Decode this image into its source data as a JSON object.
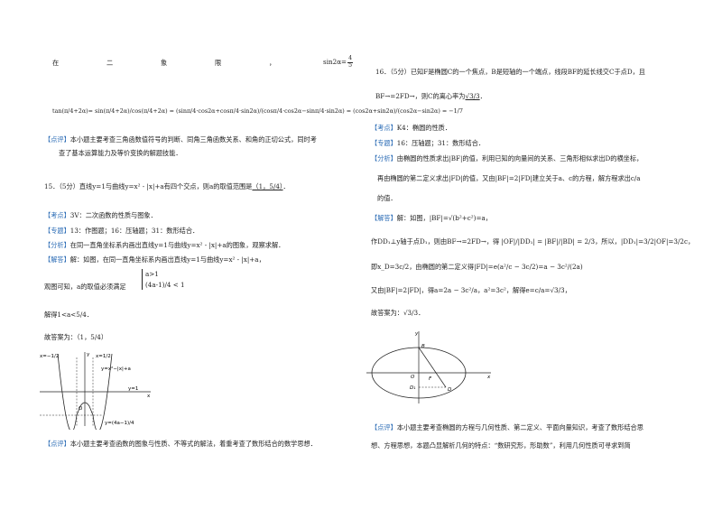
{
  "left": {
    "q14_tail": {
      "words": [
        "在",
        "二",
        "象",
        "限",
        "，"
      ],
      "given": "sin2α=",
      "given_num": "4",
      "given_den": "5",
      "tan_line": "tan(π/4+2α)= sin(π/4+2α)/cos(π/4+2α) = (sinπ/4·cos2α+cosπ/4·sin2α)/(cosπ/4·cos2α−sinπ/4·sin2α) = (cos2α+sin2α)/(cos2α−sin2α) = −1/7",
      "comment_tag": "【点评】",
      "comment_1": "本小题主要考查三角函数值符号的判断、同角三角函数关系、和角的正切公式，同时考",
      "comment_2": "查了基本运算能力及等价变换的解题技能．"
    },
    "q15": {
      "stem": "15．（5分）直线y=1与曲线y=x² - |x|+a有四个交点，则a的取值范围是",
      "answer_blank": "（1，5/4）",
      "kaodian_tag": "【考点】",
      "kaodian": "3V：二次函数的性质与图象．",
      "zhuanti_tag": "【专题】",
      "zhuanti": "13：作图题；16：压轴题；31：数形结合．",
      "fenxi_tag": "【分析】",
      "fenxi": "在同一直角坐标系内画出直线y=1与曲线y=x² - |x|+a的图象，观察求解．",
      "jieda_tag": "【解答】",
      "jieda": "解：如图，在同一直角坐标系内画出直线y=1与曲线y=x² - |x|+a，",
      "observe": "观图可知，a的取值必须满足",
      "sys_1": "a>1",
      "sys_2": "(4a-1)/4 < 1",
      "solve": "解得1<a<5/4．",
      "final": "故答案为：（1，5/4）",
      "graph_labels": [
        "x=−1/2",
        "x=1/2",
        "y=x²−|x|+a",
        "y=1",
        "O",
        "y=(4a−1)/4",
        "x",
        "y"
      ],
      "comment_tag": "【点评】",
      "comment": "本小题主要考查函数的图象与性质、不等式的解法，着重考查了数形结合的数学思想．"
    }
  },
  "right": {
    "q16": {
      "stem_1": "16．（5分）已知F是椭圆C的一个焦点，B是短轴的一个端点，线段BF的延长线交C于点D，且",
      "stem_2": "BF→=2FD→，则C的离心率为",
      "answer_blank": "√3/3",
      "kaodian_tag": "【考点】",
      "kaodian": "K4：椭圆的性质．",
      "zhuanti_tag": "【专题】",
      "zhuanti": "16：压轴题；31：数形结合．",
      "fenxi_tag": "【分析】",
      "fenxi_1": "由椭圆的性质求出|BF|的值，利用已知的向量间的关系、三角形相似求出D的横坐标，",
      "fenxi_2": "再由椭圆的第二定义求出|FD|的值，又由|BF|=2|FD|建立关于a、c的方程，解方程求出c/a",
      "fenxi_3": "的值．",
      "jieda_tag": "【解答】",
      "jieda_1": "解：如图，|BF|=√(b²+c²)=a，",
      "jieda_2": "作DD₁⊥y轴于点D₁，则由BF→=2FD→，得 |OF|/|DD₁| = |BF|/|BD| = 2/3，所以，|DD₁|=3/2|OF|=3/2c，",
      "jieda_3": "即x_D=3c/2，由椭圆的第二定义得|FD|=e(a²/c − 3c/2)=a − 3c²/(2a)",
      "jieda_4": "又由|BF|=2|FD|，得a=2a − 3c²/a，a²=3c²，解得e=c/a=√3/3，",
      "final": "故答案为：√3/3．",
      "graph_labels": [
        "y",
        "B",
        "O",
        "F",
        "D₁",
        "D",
        "x"
      ],
      "comment_tag": "【点评】",
      "comment_1": "本小题主要考查椭圆的方程与几何性质、第二定义、平面向量知识，考查了数形结合思",
      "comment_2": "想、方程思想，本题凸显解析几何的特点：“数研究形，形助数”，利用几何性质可寻求到简"
    }
  },
  "colors": {
    "tag": "#2a6bb5",
    "text": "#222222"
  }
}
